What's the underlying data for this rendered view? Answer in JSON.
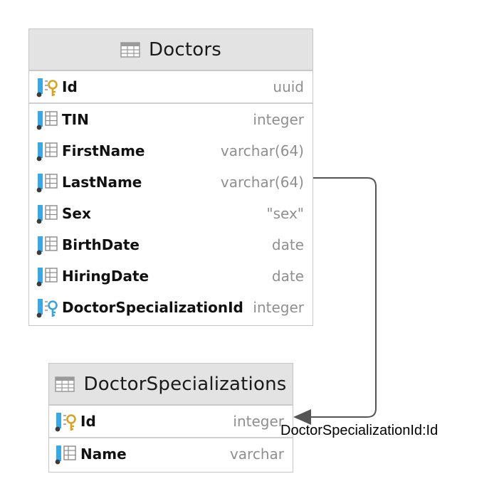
{
  "colors": {
    "header_bg": "#e3e3e3",
    "border": "#c6c6c6",
    "type_text": "#8f8f8f",
    "key_gold": "#d9a320",
    "key_blue": "#3aa3e0",
    "column_bar": "#3aa8e6",
    "connector": "#555555"
  },
  "tables": [
    {
      "title": "Doctors",
      "icon": "table-icon",
      "columns": [
        {
          "name": "Id",
          "type": "uuid",
          "icon": "primary-key-icon"
        },
        {
          "name": "TIN",
          "type": "integer",
          "icon": "column-icon"
        },
        {
          "name": "FirstName",
          "type": "varchar(64)",
          "icon": "column-icon"
        },
        {
          "name": "LastName",
          "type": "varchar(64)",
          "icon": "column-icon"
        },
        {
          "name": "Sex",
          "type": "\"sex\"",
          "icon": "column-icon"
        },
        {
          "name": "BirthDate",
          "type": "date",
          "icon": "column-icon"
        },
        {
          "name": "HiringDate",
          "type": "date",
          "icon": "column-icon"
        },
        {
          "name": "DoctorSpecializationId",
          "type": "integer",
          "icon": "foreign-key-icon"
        }
      ]
    },
    {
      "title": "DoctorSpecializations",
      "icon": "table-icon",
      "columns": [
        {
          "name": "Id",
          "type": "integer",
          "icon": "primary-key-icon"
        },
        {
          "name": "Name",
          "type": "varchar",
          "icon": "column-icon"
        }
      ]
    }
  ],
  "relationship": {
    "label": "DoctorSpecializationId:Id",
    "from": "Doctors.DoctorSpecializationId",
    "to": "DoctorSpecializations.Id"
  }
}
